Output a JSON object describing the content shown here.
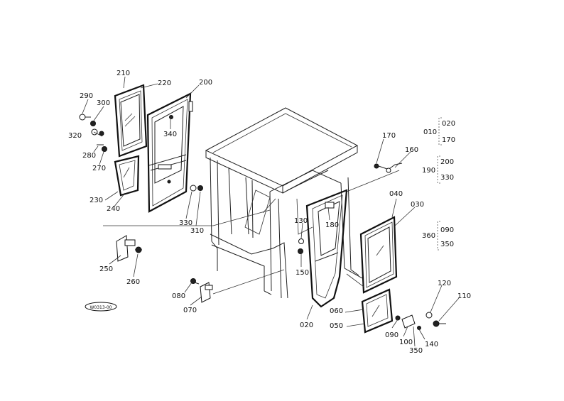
{
  "diagram": {
    "part_labels": [
      "210",
      "220",
      "200",
      "290",
      "300",
      "340",
      "320",
      "280",
      "270",
      "230",
      "240",
      "330",
      "310",
      "250",
      "260",
      "170",
      "160",
      "040",
      "030",
      "130",
      "180",
      "150",
      "080",
      "070",
      "060",
      "050",
      "020",
      "120",
      "110",
      "090",
      "100",
      "140",
      "350"
    ],
    "groups": [
      {
        "code": "010",
        "items": [
          "020",
          "170"
        ]
      },
      {
        "code": "190",
        "items": [
          "200",
          "330"
        ]
      },
      {
        "code": "360",
        "items": [
          "090",
          "350"
        ]
      }
    ],
    "stamp": "W0313-00"
  }
}
